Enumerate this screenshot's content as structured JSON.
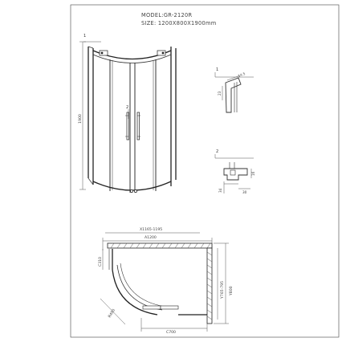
{
  "header": {
    "model": "MODEL:GR-2120R",
    "size": "SIZE: 1200X800X1900mm"
  },
  "front_view": {
    "height_label": "1900",
    "callout_1": "1",
    "callout_2": "2"
  },
  "detail_1": {
    "tag": "1",
    "dim_a": "14.5",
    "dim_b": "23"
  },
  "detail_2": {
    "tag": "2",
    "dim_a": "16",
    "dim_b": "34",
    "dim_c": "30"
  },
  "plan_view": {
    "width_range": "X1165-1195",
    "width_nominal": "A1200",
    "depth_range": "Y765-795",
    "depth_nominal": "Y800",
    "side_return": "C310",
    "curve_radius": "R450",
    "door_opening": "C700"
  }
}
